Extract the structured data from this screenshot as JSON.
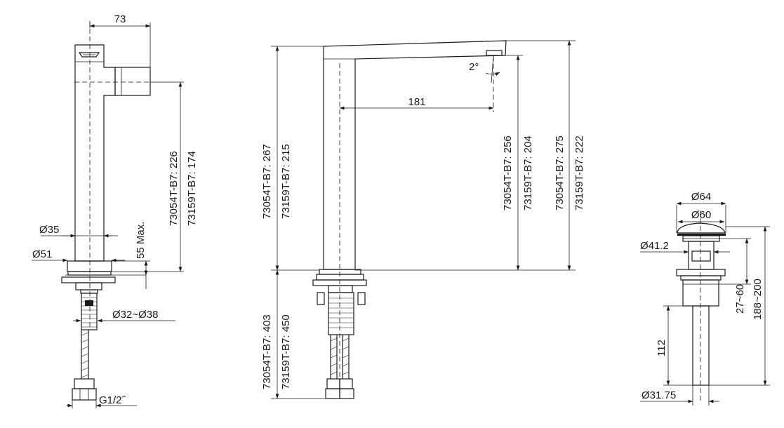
{
  "view1": {
    "dim_width": "73",
    "dim_body_dia": "Ø35",
    "dim_base_dia": "Ø51",
    "dim_hole": "Ø32~Ø38",
    "dim_thread": "G1/2˝",
    "dim_counter_max": "55 Max.",
    "height_a": "73054T-B7: 226",
    "height_b": "73159T-B7: 174"
  },
  "view2": {
    "dim_reach": "181",
    "dim_angle": "2°",
    "body_height_a": "73054T-B7: 267",
    "body_height_b": "73159T-B7: 215",
    "hose_length_a": "73054T-B7: 403",
    "hose_length_b": "73159T-B7: 450",
    "outlet_height_a": "73054T-B7: 256",
    "outlet_height_b": "73159T-B7: 204",
    "total_height_a": "73054T-B7: 275",
    "total_height_b": "73159T-B7: 222"
  },
  "view3": {
    "dim_cap_outer": "Ø64",
    "dim_cap_inner": "Ø60",
    "dim_body": "Ø41.2",
    "dim_tail": "Ø31.75",
    "dim_tail_length": "112",
    "dim_adjust": "27~60",
    "dim_total": "188~200"
  },
  "colors": {
    "line": "#1a1a1a",
    "background": "#ffffff"
  }
}
